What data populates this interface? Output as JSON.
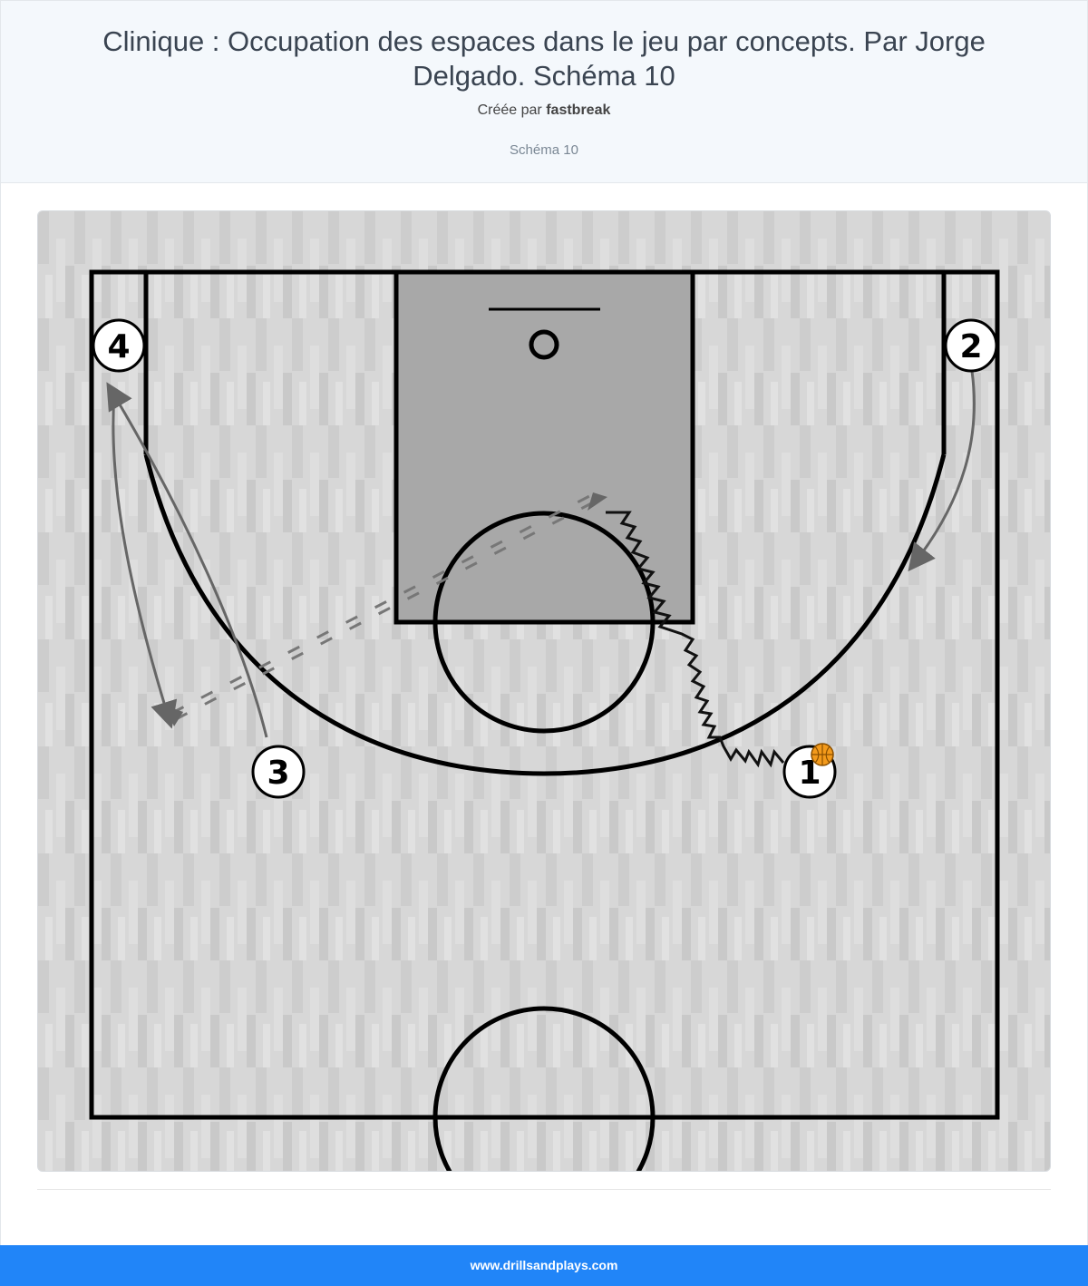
{
  "header": {
    "title": "Clinique : Occupation des espaces dans le jeu par concepts. Par Jorge Delgado. Schéma 10",
    "created_by_prefix": "Créée par",
    "author": "fastbreak",
    "subtitle": "Schéma 10"
  },
  "diagram": {
    "players": [
      {
        "label": "4"
      },
      {
        "label": "2"
      },
      {
        "label": "3"
      },
      {
        "label": "1",
        "has_ball": true
      }
    ],
    "colors": {
      "court_floor": "#d2d2d2",
      "paint": "#a9a9a9",
      "lines": "#000000",
      "movement_arrows": "#666666",
      "ball": "#f39a1b"
    },
    "icons": [
      "basketball-icon"
    ]
  },
  "footer": {
    "text": "www.drillsandplays.com"
  }
}
